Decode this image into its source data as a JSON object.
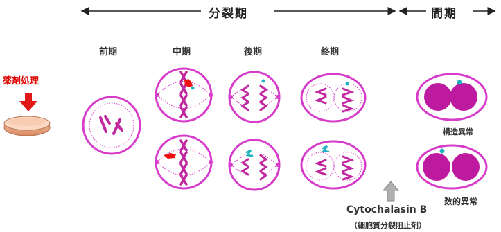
{
  "header": {
    "division_phase": "分裂期",
    "interphase": "間期"
  },
  "stages": {
    "prophase": "前期",
    "metaphase": "中期",
    "anaphase": "後期",
    "telophase": "終期"
  },
  "drug_treatment": "薬剤処理",
  "structural_abnormality": "構造異常",
  "numerical_abnormality": "数的異常",
  "inhibitor": {
    "name": "Cytochalasin B",
    "note": "（細胞質分裂阻止剤）"
  },
  "colors": {
    "membrane": "#d63cc9",
    "chromosome": "#c1279f",
    "nucleus": "#bd1aa0",
    "fragment": "#1ab0c0",
    "damage": "#ee1111",
    "arrow_red": "#e01818",
    "arrow_gray": "#b0b0b0"
  }
}
